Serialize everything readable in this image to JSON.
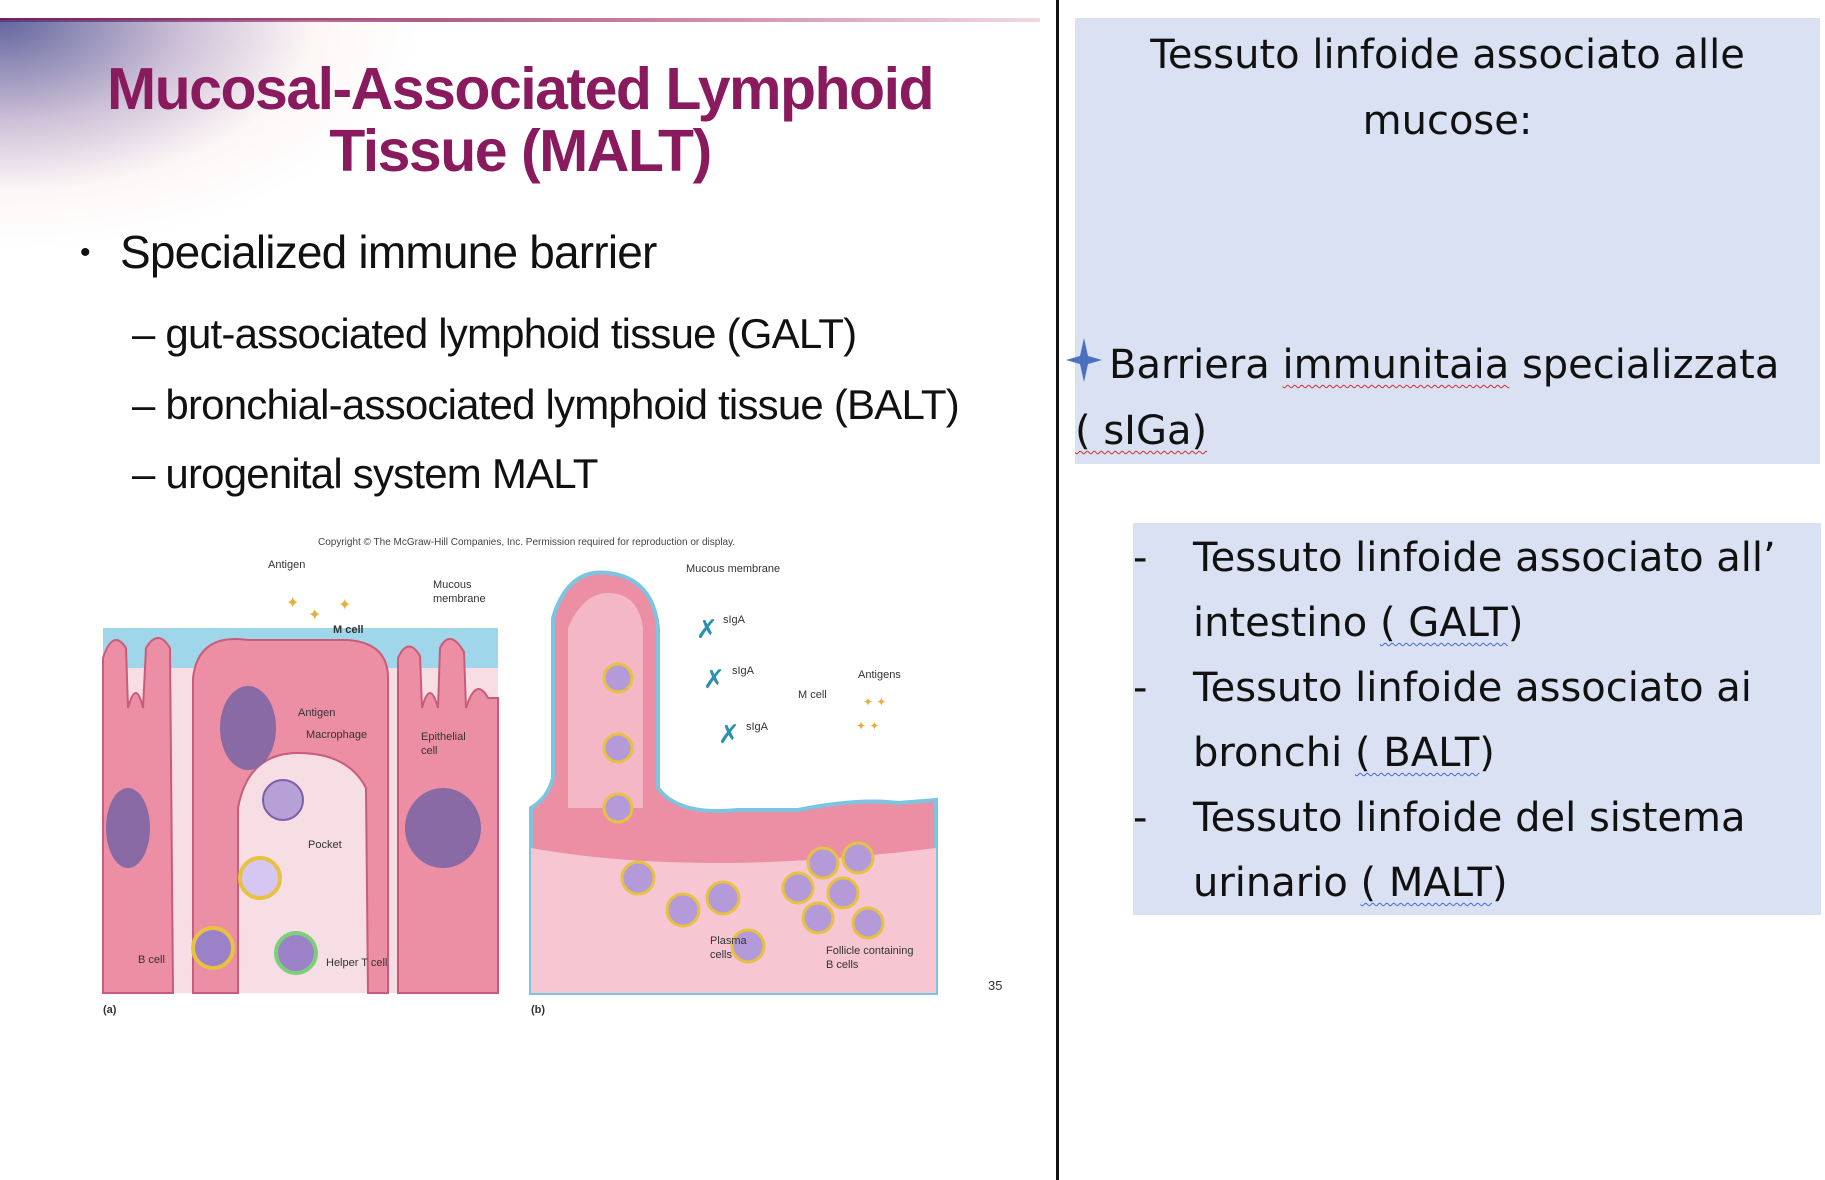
{
  "slide": {
    "title_line1": "Mucosal-Associated Lymphoid",
    "title_line2": "Tissue (MALT)",
    "bullet": "Specialized immune barrier",
    "subitems": [
      "– gut-associated lymphoid tissue (GALT)",
      "– bronchial-associated lymphoid tissue (BALT)",
      "– urogenital system MALT"
    ],
    "figure": {
      "copyright": "Copyright © The McGraw-Hill Companies, Inc. Permission required for reproduction or display.",
      "panel_a": {
        "tag": "(a)",
        "labels": {
          "antigen_top": "Antigen",
          "mucous": "Mucous",
          "membrane": "membrane",
          "m_cell": "M cell",
          "antigen": "Antigen",
          "macrophage": "Macrophage",
          "epithelial": "Epithelial",
          "cell": "cell",
          "pocket": "Pocket",
          "b_cell": "B cell",
          "helper_t": "Helper T cell"
        }
      },
      "panel_b": {
        "tag": "(b)",
        "labels": {
          "mucous_membrane": "Mucous membrane",
          "siga": "sIgA",
          "m_cell": "M cell",
          "antigens": "Antigens",
          "plasma": "Plasma",
          "cells": "cells",
          "follicle": "Follicle containing",
          "b_cells": "B cells"
        }
      }
    },
    "page_number": "35"
  },
  "notes": {
    "heading_line1": "Tessuto linfoide associato alle",
    "heading_line2": "mucose:",
    "barrier_a": "Barriera ",
    "barrier_b": "immunitaia",
    "barrier_c": " specializzata",
    "barrier_d": "( sIGa)",
    "list": [
      {
        "dash": "-",
        "line1": "Tessuto linfoide associato all’",
        "line2a": "intestino ",
        "line2b": "( GALT",
        "line2c": ")"
      },
      {
        "dash": "-",
        "line1": "Tessuto linfoide associato ai",
        "line2a": "bronchi ",
        "line2b": "( BALT",
        "line2c": ")"
      },
      {
        "dash": "-",
        "line1": "Tessuto linfoide del sistema",
        "line2a": "urinario ",
        "line2b": "( MALT",
        "line2c": ")"
      }
    ]
  },
  "colors": {
    "title": "#8a1a5e",
    "note_bg": "#d9e1f2",
    "tissue_pink": "#ec8fa5",
    "mucus_blue": "#9fd6ea"
  }
}
